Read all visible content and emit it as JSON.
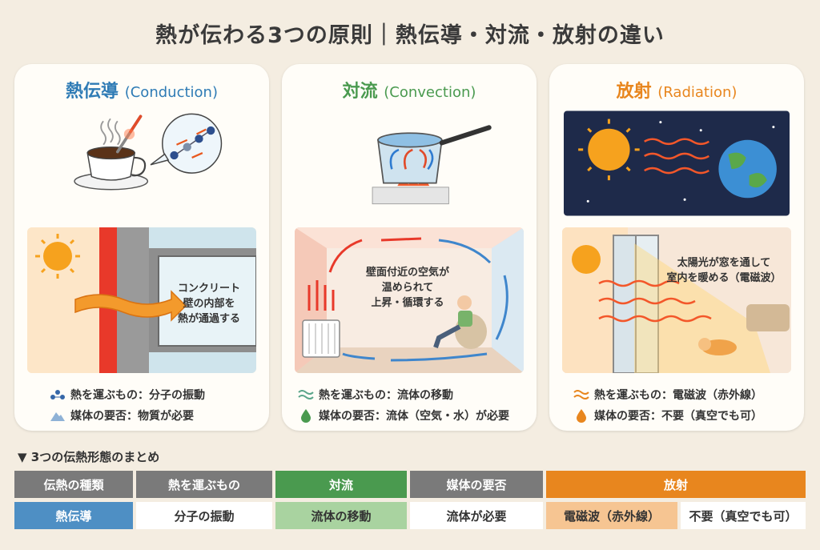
{
  "title": "熱が伝わる3つの原則｜熱伝導・対流・放射の違い",
  "colors": {
    "conduction": "#2e7bb5",
    "convection": "#4a9a4f",
    "radiation": "#e8861e",
    "header_gray": "#7a7a7a"
  },
  "panels": [
    {
      "name": "熱伝導",
      "en": "(Conduction)",
      "caption": [
        "コンクリート",
        "壁の内部を",
        "熱が通過する"
      ],
      "facts": [
        {
          "icon": "molecule-icon",
          "text": "熱を運ぶもの：分子の振動"
        },
        {
          "icon": "mountain-icon",
          "text": "媒体の要否：物質が必要"
        }
      ]
    },
    {
      "name": "対流",
      "en": "(Convection)",
      "caption": [
        "壁面付近の空気が",
        "温められて",
        "上昇・循環する"
      ],
      "facts": [
        {
          "icon": "wave-icon",
          "text": "熱を運ぶもの：流体の移動"
        },
        {
          "icon": "droplet-icon",
          "text": "媒体の要否：流体（空気・水）が必要"
        }
      ]
    },
    {
      "name": "放射",
      "en": "(Radiation)",
      "caption": [
        "太陽光が窓を通して",
        "室内を暖める（電磁波）"
      ],
      "facts": [
        {
          "icon": "wave-icon",
          "text": "熱を運ぶもの：電磁波（赤外線）"
        },
        {
          "icon": "flame-icon",
          "text": "媒体の要否：不要（真空でも可）"
        }
      ]
    }
  ],
  "summary": {
    "heading": "▼ 3つの伝熱形態のまとめ",
    "header_row": [
      "伝熱の種類",
      "熱を運ぶもの",
      "対流",
      "媒体の要否",
      "放射"
    ],
    "data_row": [
      "熱伝導",
      "分子の振動",
      "流体の移動",
      "流体が必要",
      "電磁波（赤外線）",
      "不要（真空でも可）"
    ]
  }
}
